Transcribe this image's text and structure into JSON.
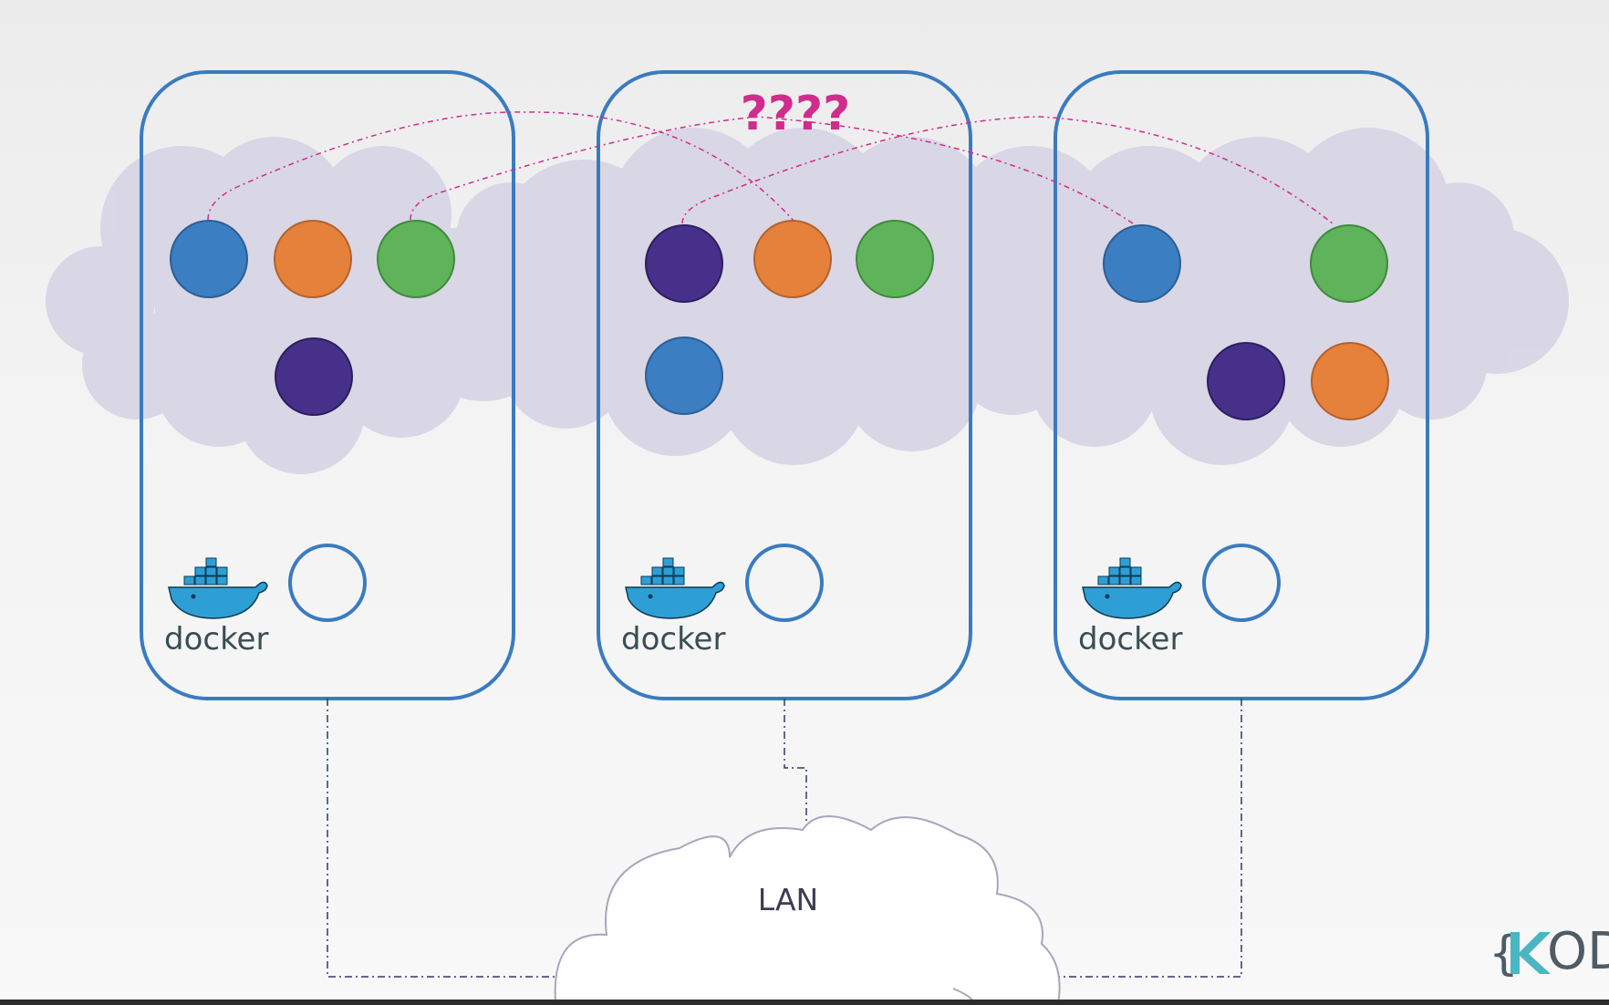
{
  "diagram": {
    "question_label": "????",
    "lan_label": "LAN",
    "brand_text": "OD",
    "colors": {
      "host_border": "#3a7bc0",
      "cloud_fill": "#d8d5e6",
      "pink_link": "#d02c8c",
      "dark_link": "#2b3a6e",
      "lan_outline": "#a8a6bd",
      "blue": "#3b7ec1",
      "orange": "#e5813b",
      "green": "#5fb45b",
      "purple": "#46308a",
      "brand": "#4bb5c1"
    },
    "hosts": [
      {
        "engine_label": "docker",
        "containers": [
          "blue",
          "orange",
          "green",
          "purple"
        ]
      },
      {
        "engine_label": "docker",
        "containers": [
          "purple",
          "orange",
          "green",
          "blue"
        ]
      },
      {
        "engine_label": "docker",
        "containers": [
          "blue",
          "green",
          "purple",
          "orange"
        ]
      }
    ]
  }
}
